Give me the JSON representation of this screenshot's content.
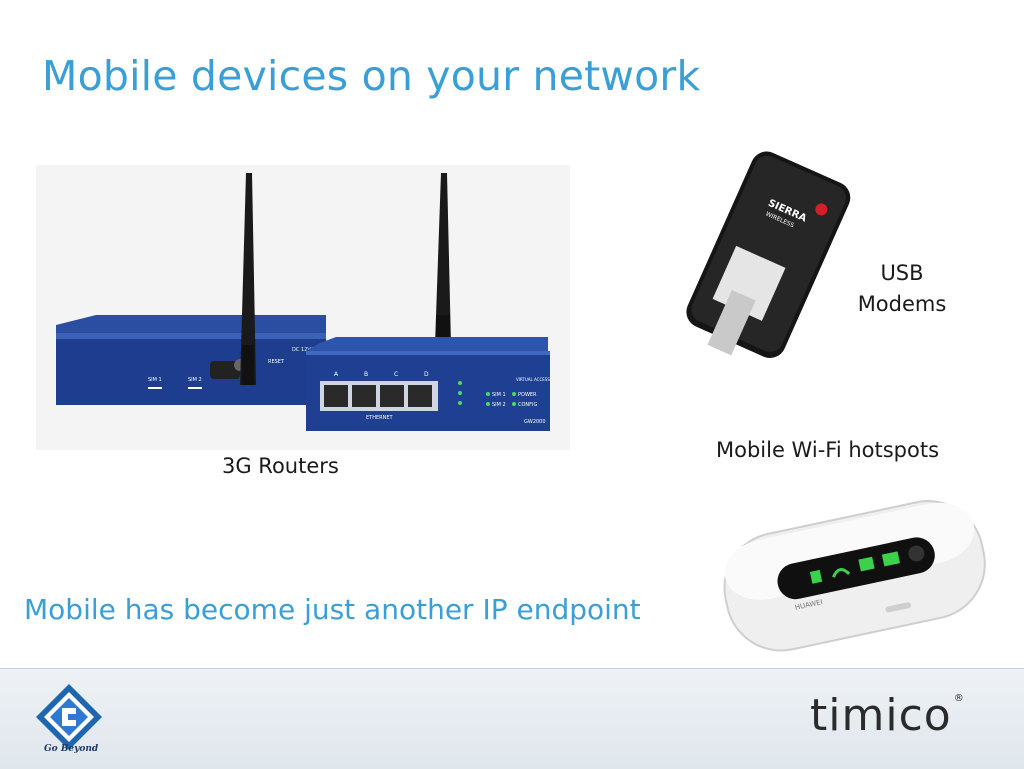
{
  "slide": {
    "title": "Mobile devices on your network",
    "tagline": "Mobile has become just another IP endpoint"
  },
  "captions": {
    "routers": "3G Routers",
    "usb_line1": "USB",
    "usb_line2": "Modems",
    "wifi": "Mobile Wi-Fi hotspots"
  },
  "router_front": {
    "ports": [
      "A",
      "B",
      "C",
      "D"
    ],
    "port_label": "ETHERNET",
    "leds": [
      "SIM 1",
      "POWER",
      "SIM 2",
      "CONFIG"
    ],
    "brand": "VIRTUAL ACCESS",
    "model": "GW2000"
  },
  "router_back": {
    "labels": [
      "SIM 1",
      "SIM 2",
      "RESET",
      "DC 12V/1A"
    ]
  },
  "usb_modem": {
    "brand_line1": "SIERRA",
    "brand_line2": "WIRELESS"
  },
  "hotspot": {
    "brand": "HUAWEI"
  },
  "footer": {
    "left_logo_text": "Go Beyond",
    "right_logo_text": "timico",
    "right_logo_mark": "®"
  },
  "colors": {
    "title_blue": "#3a9fd6",
    "router_blue": "#1e3d8f",
    "footer_bg": "#e6ecf1"
  }
}
